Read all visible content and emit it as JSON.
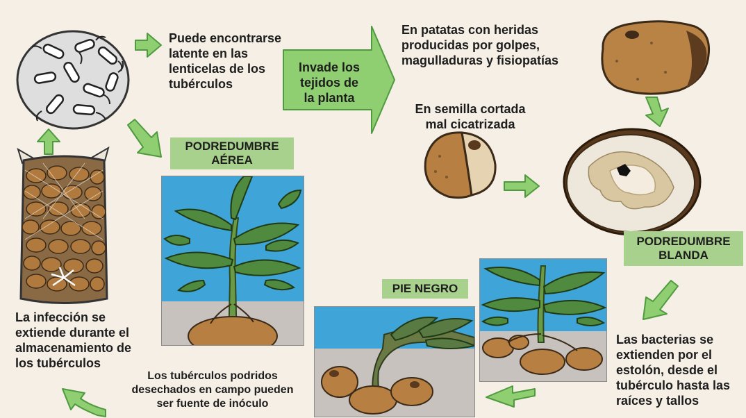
{
  "texts": {
    "latent": "Puede encontrarse\nlatente en las\nlenticelas de los\ntubérculos",
    "invade": "Invade los\ntejidos de\nla planta",
    "wounds": "En patatas con heridas\nproducidas por golpes,\nmagulladuras y fisiopatías",
    "seed": "En semilla cortada\nmal cicatrizada",
    "storage": "La infección se\nextiende durante el\nalmacenamiento de\nlos tubérculos",
    "discarded": "Los tubérculos podridos\ndesechados en campo pueden\nser fuente de inóculo",
    "spread": "Las bacterias se\nextienden por el\nestolón, desde el\ntubérculo hasta las\nraíces y tallos"
  },
  "labels": {
    "aerial_rot": "PODREDUMBRE\nAÉREA",
    "soft_rot": "PODREDUMBRE\nBLANDA",
    "blackleg": "PIE NEGRO"
  },
  "colors": {
    "background": "#f5efe6",
    "label_box": "#a8d18d",
    "arrow": "#8fcf72",
    "sky": "#3fa4d8",
    "soil": "#c7c2bd",
    "tuber": "#b78042",
    "leaf": "#4f8a3f"
  },
  "icons": [
    "bacteria-icon",
    "sack-icon",
    "potato-icon",
    "cut-potato-icon",
    "sliced-rotten-potato-icon"
  ]
}
